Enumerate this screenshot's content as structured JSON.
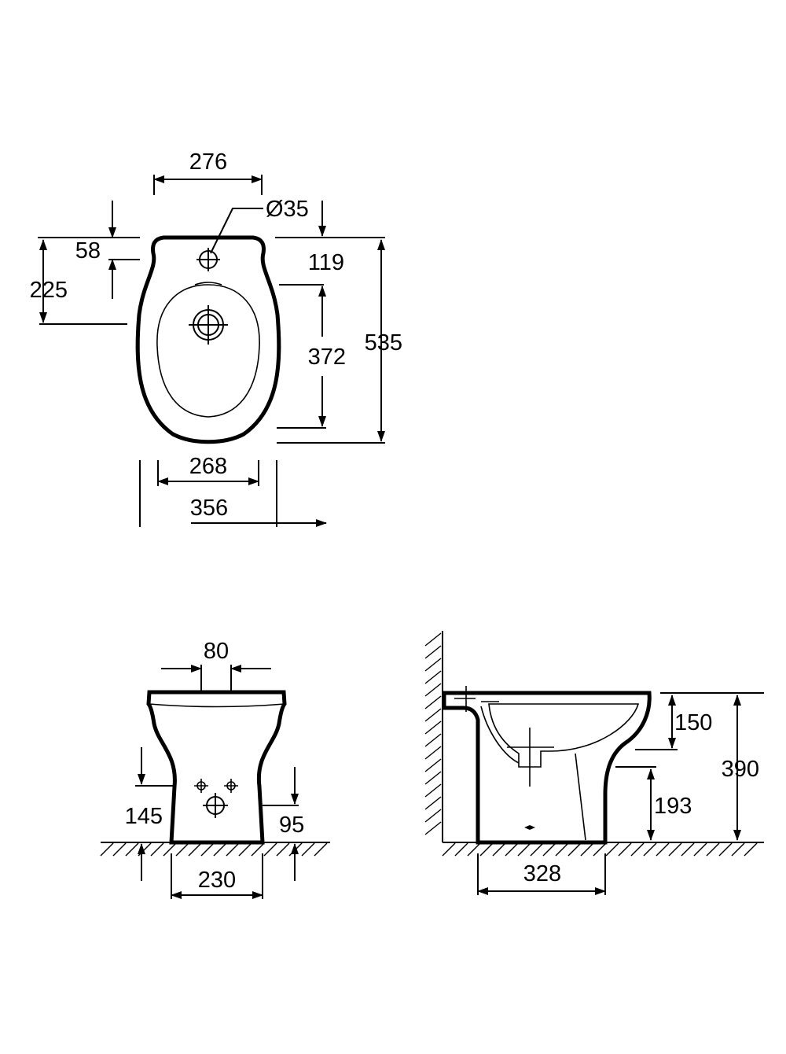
{
  "top_view": {
    "width_top": "276",
    "hole_diameter": "Ø35",
    "hole_offset": "58",
    "drain_offset": "225",
    "front_offset": "119",
    "bowl_length": "372",
    "total_length": "535",
    "bowl_width": "268",
    "total_width": "356"
  },
  "front_view": {
    "hole_spacing": "80",
    "hole_height": "145",
    "drain_height": "95",
    "base_width": "230"
  },
  "side_view": {
    "rim_depth": "150",
    "total_height": "390",
    "outlet_height": "193",
    "base_depth": "328"
  }
}
